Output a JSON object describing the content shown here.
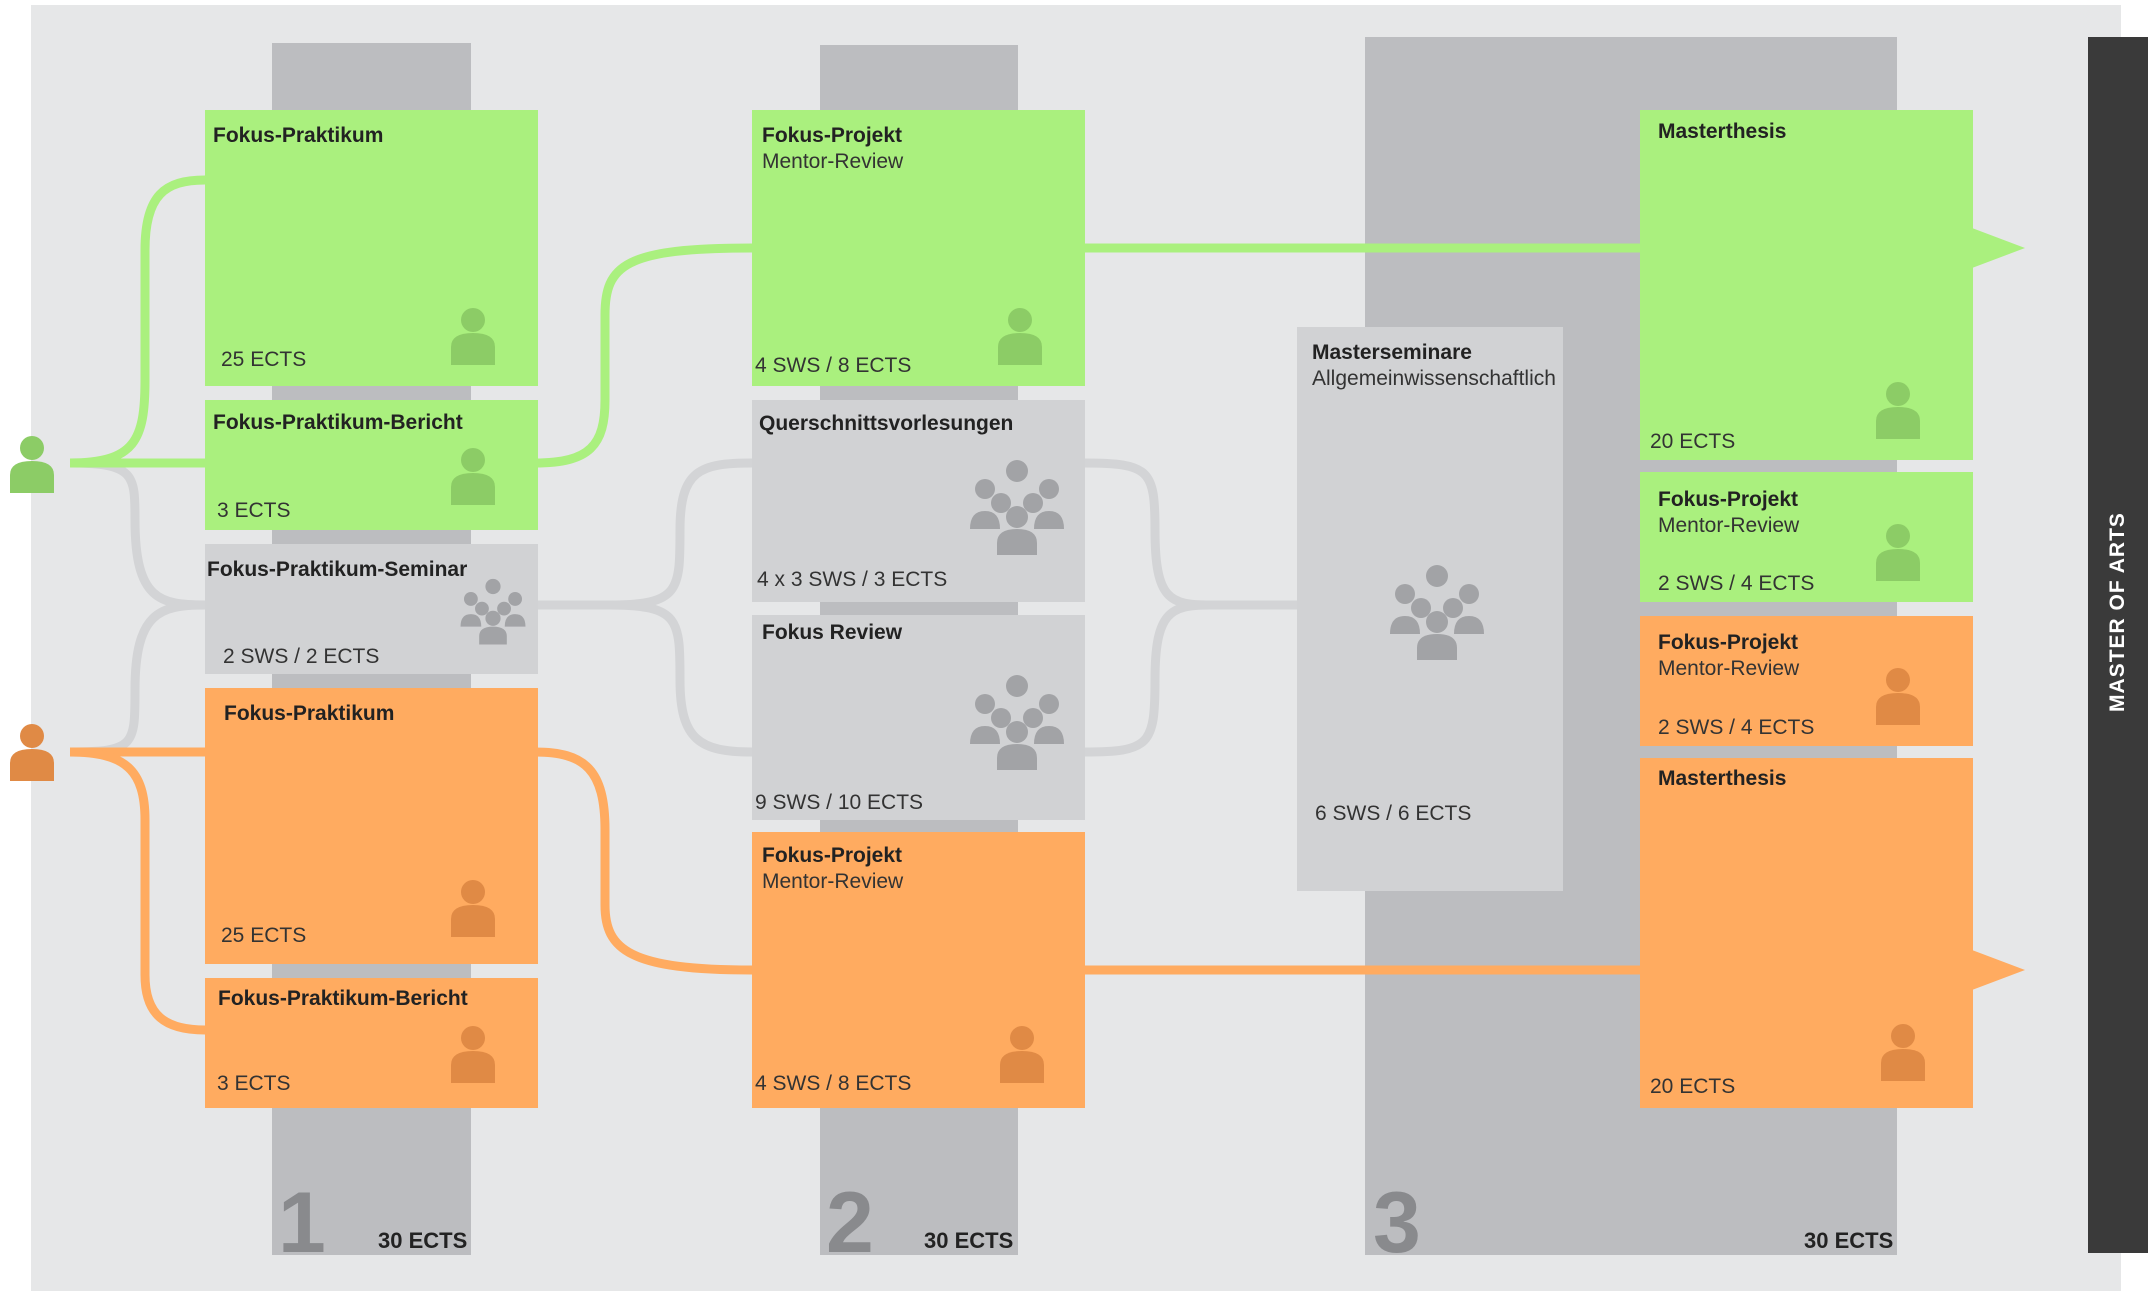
{
  "semesters": [
    {
      "number": "1",
      "ects": "30 ECTS"
    },
    {
      "number": "2",
      "ects": "30 ECTS"
    },
    {
      "number": "3",
      "ects": "30 ECTS"
    }
  ],
  "sidebar": {
    "label": "MASTER OF ARTS"
  },
  "colors": {
    "green": "#aaf07e",
    "orange": "#ffab60",
    "gray": "#d1d2d4",
    "green_path": "#aaf07e",
    "orange_path": "#ffab60",
    "gray_path": "#d3d4d6"
  },
  "icons": {
    "person": "person-icon",
    "group": "group-icon"
  },
  "boxes": {
    "s1_green_praktikum": {
      "title": "Fokus-Praktikum",
      "ects": "25 ECTS"
    },
    "s1_green_bericht": {
      "title": "Fokus-Praktikum-Bericht",
      "ects": "3 ECTS"
    },
    "s1_seminar": {
      "title": "Fokus-Praktikum-Seminar",
      "ects": "2 SWS / 2 ECTS"
    },
    "s1_orange_praktikum": {
      "title": "Fokus-Praktikum",
      "ects": "25 ECTS"
    },
    "s1_orange_bericht": {
      "title": "Fokus-Praktikum-Bericht",
      "ects": "3 ECTS"
    },
    "s2_green_projekt": {
      "title": "Fokus-Projekt",
      "subtitle": "Mentor-Review",
      "ects": "4 SWS / 8 ECTS"
    },
    "s2_quer": {
      "title": "Querschnittsvorlesungen",
      "ects": "4 x 3 SWS / 3 ECTS"
    },
    "s2_review": {
      "title": "Fokus Review",
      "ects": "9 SWS / 10 ECTS"
    },
    "s2_orange_projekt": {
      "title": "Fokus-Projekt",
      "subtitle": "Mentor-Review",
      "ects": "4 SWS / 8 ECTS"
    },
    "s3_masterseminare": {
      "title": "Masterseminare",
      "subtitle": "Allgemeinwissenschaftlich",
      "ects": "6 SWS / 6 ECTS"
    },
    "s3_green_thesis": {
      "title": "Masterthesis",
      "ects": "20 ECTS"
    },
    "s3_green_projekt": {
      "title": "Fokus-Projekt",
      "subtitle": "Mentor-Review",
      "ects": "2 SWS / 4 ECTS"
    },
    "s3_orange_projekt": {
      "title": "Fokus-Projekt",
      "subtitle": "Mentor-Review",
      "ects": "2 SWS / 4 ECTS"
    },
    "s3_orange_thesis": {
      "title": "Masterthesis",
      "ects": "20 ECTS"
    }
  }
}
